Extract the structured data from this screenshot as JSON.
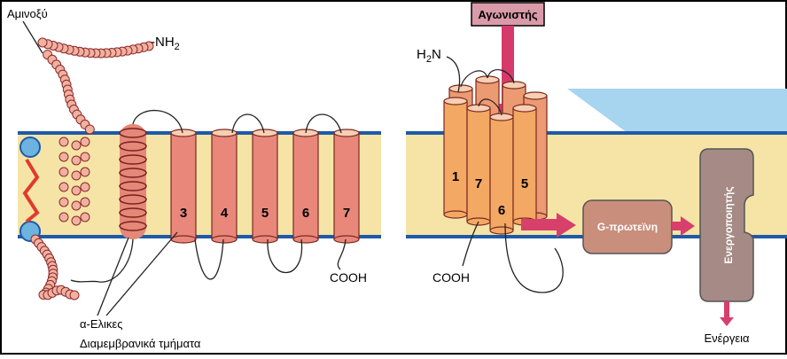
{
  "labels": {
    "amino_acid": "Αμινοξύ",
    "nh2_left": "-NH",
    "nh2_left_sub": "2",
    "alpha_helices": "α-Ελικες",
    "transmembrane": "Διαμεμβρανικά τμήματα",
    "cooh_left": "COOH",
    "agonist": "Αγωνιστής",
    "h2n_h": "H",
    "h2n_sub": "2",
    "h2n_n": "N",
    "cooh_right": "COOH",
    "g_protein": "G-πρωτεϊνη",
    "effector": "Ενεργοποιητής",
    "energy": "Ενέργεια"
  },
  "helix_numbers": [
    "3",
    "4",
    "5",
    "6",
    "7"
  ],
  "bundle_numbers": [
    "1",
    "7",
    "6",
    "5"
  ],
  "colors": {
    "membrane": "#f6e4a6",
    "membrane_line": "#1e5aa8",
    "cylinder": "#e9877b",
    "cylinder_top": "#f7d0b4",
    "bundle_cylinder": "#f3a864",
    "beads": "#f1b1a1",
    "agonist_box": "#d99aaa",
    "agonist_arrow": "#d63a6a",
    "box_fill": "#c98e7c",
    "arrow": "#d6406a",
    "sky": "#a7d4ee"
  }
}
